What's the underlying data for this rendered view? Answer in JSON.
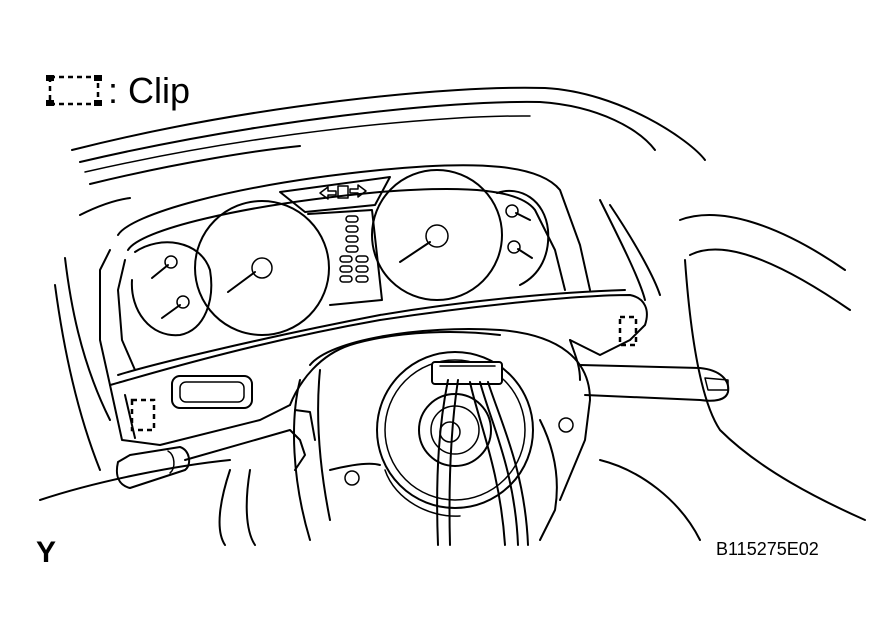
{
  "legend": {
    "symbol": "dashed-bracket-icon",
    "separator": ":",
    "label": "Clip"
  },
  "view_letter": "Y",
  "figure_code": "B115275E02",
  "colors": {
    "line": "#000000",
    "background": "#ffffff"
  }
}
